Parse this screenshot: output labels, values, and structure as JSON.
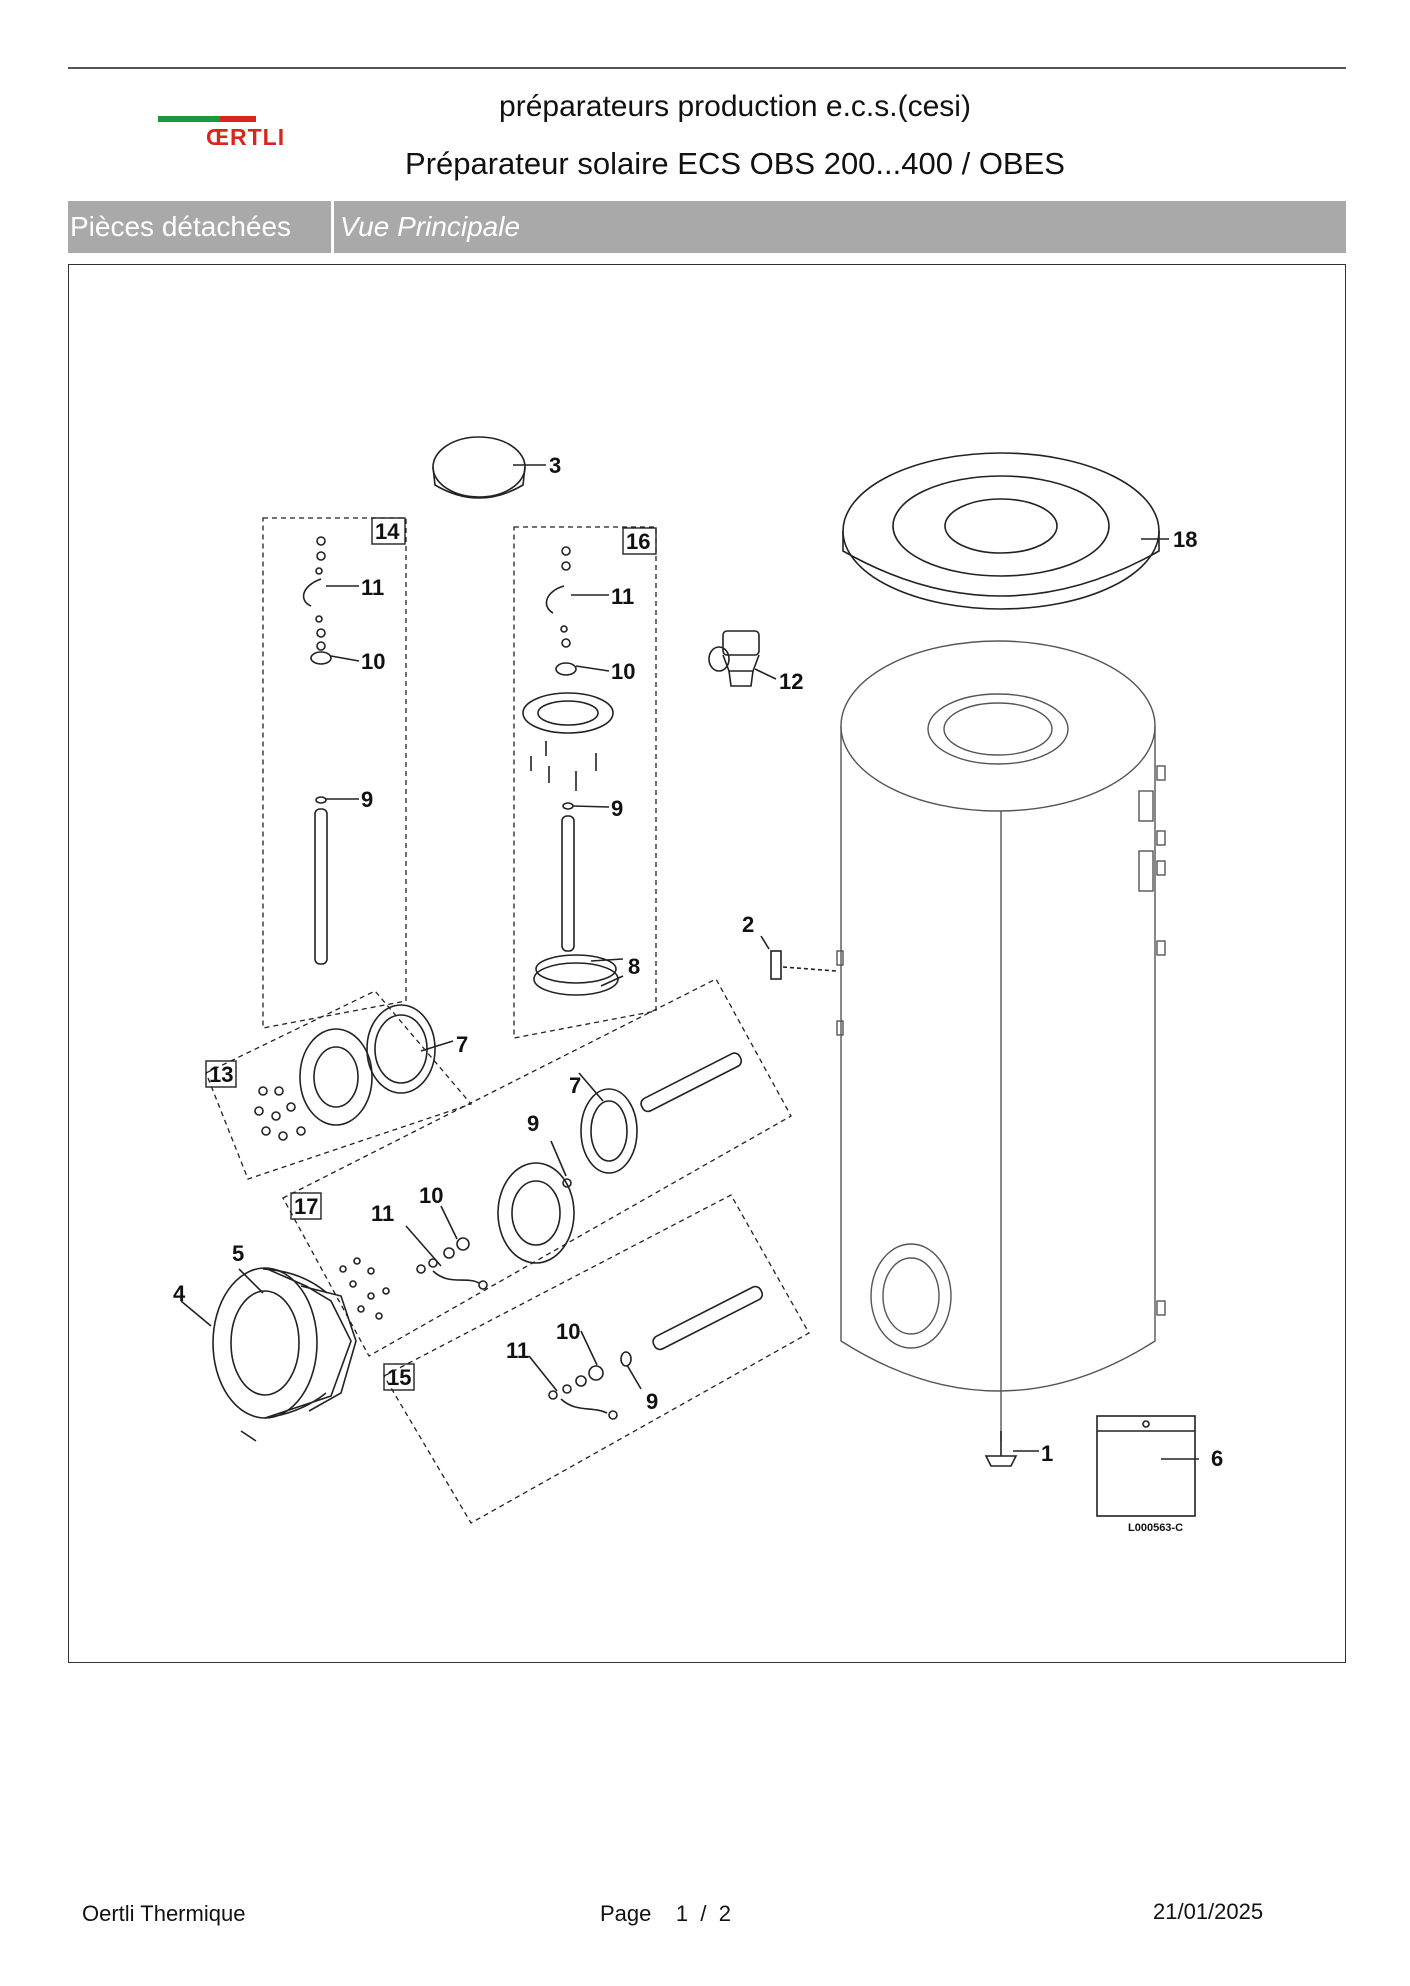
{
  "header": {
    "logo_text": "ŒRTLI",
    "title_line1": "préparateurs production e.c.s.(cesi)",
    "title_line2": "Préparateur solaire ECS OBS 200...400 / OBES"
  },
  "tabs": {
    "parts_label": "Pièces détachées",
    "view_label": "Vue Principale"
  },
  "diagram": {
    "reference_code": "L000563-C",
    "part_numbers": {
      "p1": "1",
      "p2": "2",
      "p3": "3",
      "p4": "4",
      "p5": "5",
      "p6": "6",
      "p7a": "7",
      "p7b": "7",
      "p8": "8",
      "p9a": "9",
      "p9b": "9",
      "p9c": "9",
      "p9d": "9",
      "p10a": "10",
      "p10b": "10",
      "p10c": "10",
      "p10d": "10",
      "p11a": "11",
      "p11b": "11",
      "p11c": "11",
      "p11d": "11",
      "p12": "12",
      "p18": "18"
    },
    "kit_numbers": {
      "k13": "13",
      "k14": "14",
      "k15": "15",
      "k16": "16",
      "k17": "17"
    },
    "line_color": "#222222"
  },
  "footer": {
    "company": "Oertli Thermique",
    "page_label": "Page",
    "page_current": "1",
    "page_separator": "/",
    "page_total": "2",
    "date": "21/01/2025"
  },
  "colors": {
    "tab_bg": "#a9a9a9",
    "logo_red": "#d8261c",
    "logo_green": "#1a9a3a"
  }
}
